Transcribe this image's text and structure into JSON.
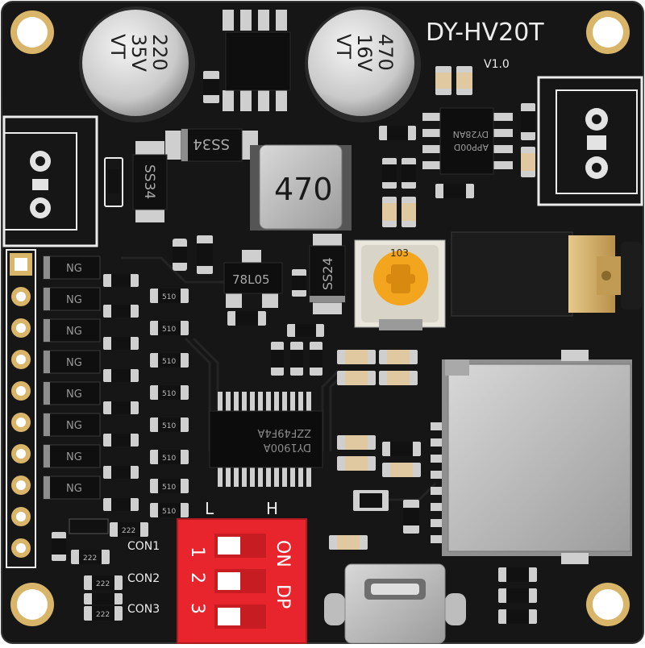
{
  "board": {
    "model": "DY-HV20T",
    "version": "V1.0"
  },
  "capacitors": [
    {
      "value": "220",
      "voltage": "35V",
      "suffix": "VT"
    },
    {
      "value": "470",
      "voltage": "16V",
      "suffix": "VT"
    }
  ],
  "inductor": {
    "label": "470"
  },
  "diodes": [
    "SS34",
    "SS34",
    "SS24"
  ],
  "regulator": {
    "label": "78L05"
  },
  "potentiometer": {
    "label": "103"
  },
  "amp_chip": {
    "line1": "APP00D",
    "line2": "DY28AN"
  },
  "main_chip": {
    "line1": "DY1900A",
    "line2": "ZZF49F4A"
  },
  "ng_labels": [
    "NG",
    "NG",
    "NG",
    "NG",
    "NG",
    "NG",
    "NG",
    "NG"
  ],
  "resistor_codes": [
    "510",
    "510",
    "510",
    "510",
    "510",
    "510",
    "510",
    "510",
    "222",
    "222",
    "222",
    "222"
  ],
  "switch_labels": {
    "L": "L",
    "H": "H"
  },
  "dip_switch": {
    "on_label": "ON",
    "dp_label": "DP",
    "positions": [
      "1",
      "2",
      "3"
    ]
  },
  "connectors": [
    "CON1",
    "CON2",
    "CON3"
  ],
  "colors": {
    "pcb": "#151515",
    "silkscreen": "#ececec",
    "dip_red": "#e8242c",
    "pot_orange": "#f3a51d",
    "metal": "#bdbdbd",
    "gold": "#d9b56a"
  }
}
